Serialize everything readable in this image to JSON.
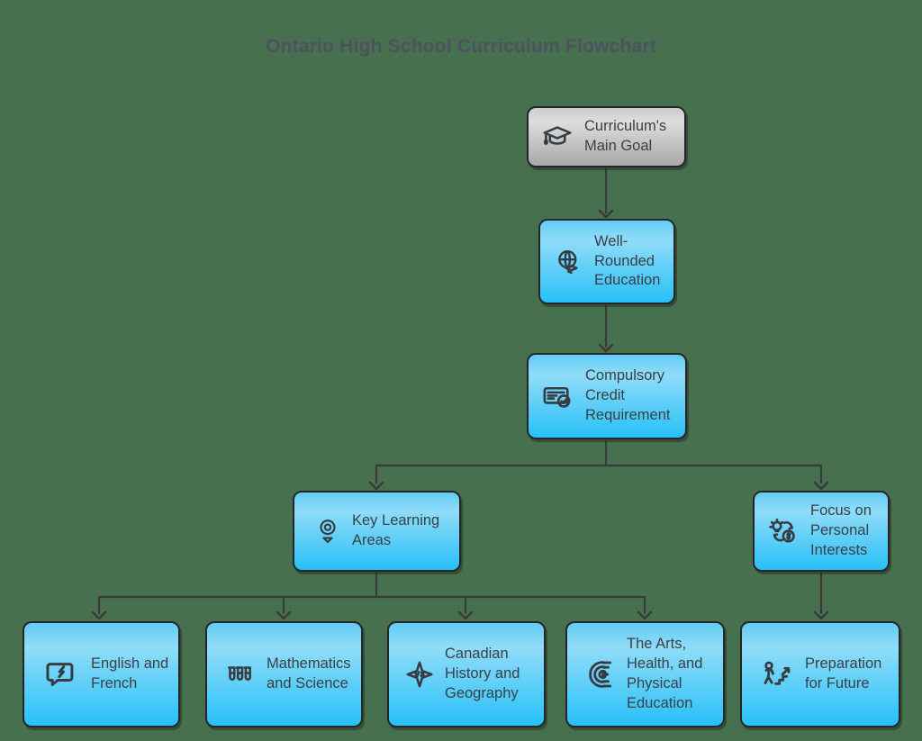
{
  "title": "Ontario High School Curriculum Flowchart",
  "colors": {
    "background": "#47704F",
    "node_blue_top": "#62CCF4",
    "node_blue_light": "#90DCF9",
    "node_blue_bottom": "#27C0F7",
    "node_gray_top": "#CCCCCC",
    "node_gray_bottom": "#A8A8A8",
    "node_border": "#262626",
    "connector": "#3A3A3A",
    "node_text": "#3A4046",
    "title_text": "#4D5260"
  },
  "nodes": {
    "main_goal": {
      "label": "Curriculum's Main Goal",
      "icon": "graduation-cap-icon",
      "style": "gray"
    },
    "well_rounded": {
      "label": "Well-Rounded Education",
      "icon": "globe-graduation-icon",
      "style": "blue"
    },
    "compulsory_credit": {
      "label": "Compulsory Credit Requirement",
      "icon": "credit-card-check-icon",
      "style": "blue"
    },
    "key_learning": {
      "label": "Key Learning Areas",
      "icon": "target-location-icon",
      "style": "blue"
    },
    "focus_personal": {
      "label": "Focus on Personal Interests",
      "icon": "idea-to-money-icon",
      "style": "blue"
    },
    "english_french": {
      "label": "English and French",
      "icon": "speech-bubble-icon",
      "style": "blue"
    },
    "math_science": {
      "label": "Mathematics and Science",
      "icon": "test-tubes-icon",
      "style": "blue"
    },
    "canadian_history": {
      "label": "Canadian History and Geography",
      "icon": "star-vs-icon",
      "style": "blue"
    },
    "arts_health": {
      "label": "The Arts, Health, and Physical Education",
      "icon": "concentric-arcs-icon",
      "style": "blue"
    },
    "preparation_future": {
      "label": "Preparation for Future",
      "icon": "person-climbing-stairs-icon",
      "style": "blue"
    }
  },
  "edges": [
    {
      "from": "Curriculum's Main Goal",
      "to": "Well-Rounded Education"
    },
    {
      "from": "Well-Rounded Education",
      "to": "Compulsory Credit Requirement"
    },
    {
      "from": "Compulsory Credit Requirement",
      "to": "Key Learning Areas"
    },
    {
      "from": "Compulsory Credit Requirement",
      "to": "Focus on Personal Interests"
    },
    {
      "from": "Key Learning Areas",
      "to": "English and French"
    },
    {
      "from": "Key Learning Areas",
      "to": "Mathematics and Science"
    },
    {
      "from": "Key Learning Areas",
      "to": "Canadian History and Geography"
    },
    {
      "from": "Key Learning Areas",
      "to": "The Arts, Health, and Physical Education"
    },
    {
      "from": "Focus on Personal Interests",
      "to": "Preparation for Future"
    }
  ]
}
